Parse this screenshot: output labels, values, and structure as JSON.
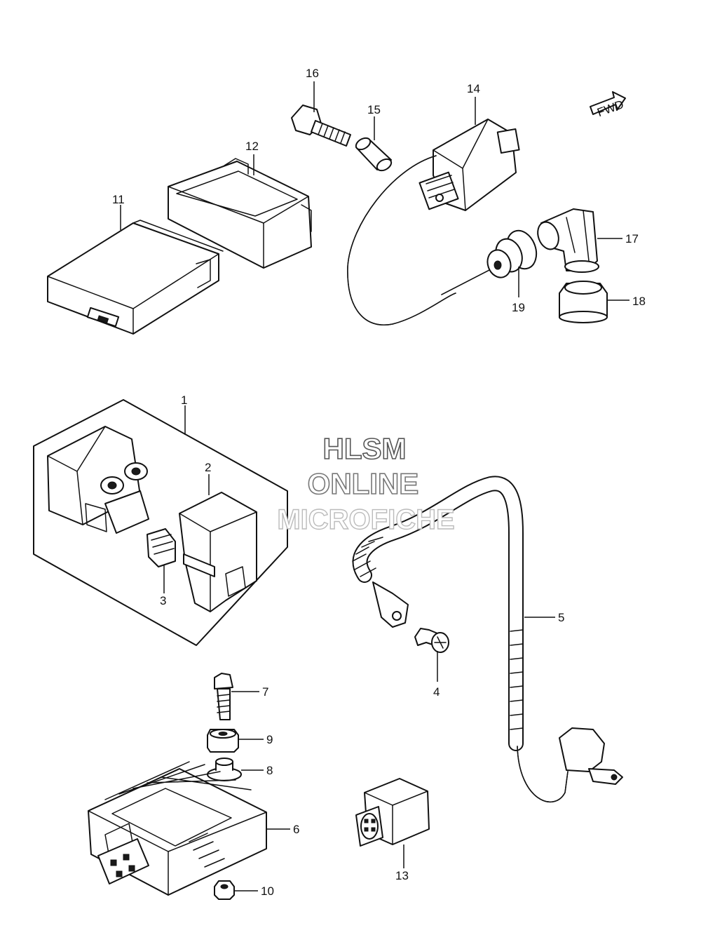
{
  "callouts": [
    {
      "id": "1",
      "label": "1"
    },
    {
      "id": "2",
      "label": "2"
    },
    {
      "id": "3",
      "label": "3"
    },
    {
      "id": "4",
      "label": "4"
    },
    {
      "id": "5",
      "label": "5"
    },
    {
      "id": "6",
      "label": "6"
    },
    {
      "id": "7",
      "label": "7"
    },
    {
      "id": "8",
      "label": "8"
    },
    {
      "id": "9",
      "label": "9"
    },
    {
      "id": "10",
      "label": "10"
    },
    {
      "id": "11",
      "label": "11"
    },
    {
      "id": "12",
      "label": "12"
    },
    {
      "id": "13",
      "label": "13"
    },
    {
      "id": "14",
      "label": "14"
    },
    {
      "id": "15",
      "label": "15"
    },
    {
      "id": "16",
      "label": "16"
    },
    {
      "id": "17",
      "label": "17"
    },
    {
      "id": "18",
      "label": "18"
    },
    {
      "id": "19",
      "label": "19"
    }
  ],
  "fwd_label": "FWD",
  "watermark": {
    "line1": "HLSM",
    "line2": "ONLINE",
    "line3": "MICROFICHE",
    "color": "#9a9a9a"
  },
  "colors": {
    "ink": "#111111",
    "background": "#ffffff"
  }
}
